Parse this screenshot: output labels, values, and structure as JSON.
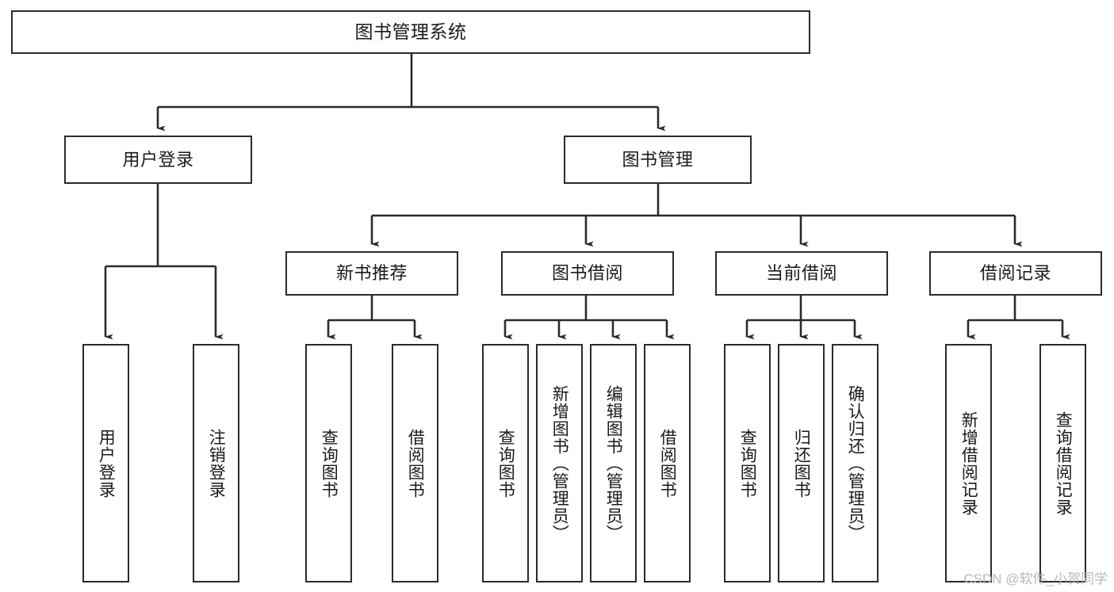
{
  "diagram": {
    "title": "图书管理系统",
    "type": "tree",
    "watermark": "CSDN @软件_小贺同学",
    "line_color": "#2b2b2b",
    "box_fill": "#ffffff",
    "text_color": "#1a1a1a",
    "watermark_color": "#b9b9b9"
  },
  "nodes": {
    "root": {
      "label": "图书管理系统",
      "level": 1,
      "orientation": "horizontal"
    },
    "l2": [
      {
        "id": "user-login",
        "label": "用户登录",
        "level": 2,
        "orientation": "horizontal"
      },
      {
        "id": "book-manage",
        "label": "图书管理",
        "level": 2,
        "orientation": "horizontal"
      }
    ],
    "l3": [
      {
        "id": "new-book-recommend",
        "label": "新书推荐",
        "level": 3,
        "orientation": "horizontal"
      },
      {
        "id": "book-borrow",
        "label": "图书借阅",
        "level": 3,
        "orientation": "horizontal"
      },
      {
        "id": "current-borrow",
        "label": "当前借阅",
        "level": 3,
        "orientation": "horizontal"
      },
      {
        "id": "borrow-record",
        "label": "借阅记录",
        "level": 3,
        "orientation": "horizontal"
      }
    ],
    "l4": [
      {
        "id": "leaf-user-login",
        "label": "用户登录",
        "parent": "user-login",
        "level": 4,
        "orientation": "vertical"
      },
      {
        "id": "leaf-logout",
        "label": "注销登录",
        "parent": "user-login",
        "level": 4,
        "orientation": "vertical"
      },
      {
        "id": "leaf-query-book-1",
        "label": "查询图书",
        "parent": "new-book-recommend",
        "level": 4,
        "orientation": "vertical"
      },
      {
        "id": "leaf-borrow-book-1",
        "label": "借阅图书",
        "parent": "new-book-recommend",
        "level": 4,
        "orientation": "vertical"
      },
      {
        "id": "leaf-query-book-2",
        "label": "查询图书",
        "parent": "book-borrow",
        "level": 4,
        "orientation": "vertical"
      },
      {
        "id": "leaf-add-book",
        "label": "新增图书（管理员）",
        "parent": "book-borrow",
        "level": 4,
        "orientation": "vertical"
      },
      {
        "id": "leaf-edit-book",
        "label": "编辑图书（管理员）",
        "parent": "book-borrow",
        "level": 4,
        "orientation": "vertical"
      },
      {
        "id": "leaf-borrow-book-2",
        "label": "借阅图书",
        "parent": "book-borrow",
        "level": 4,
        "orientation": "vertical"
      },
      {
        "id": "leaf-query-book-3",
        "label": "查询图书",
        "parent": "current-borrow",
        "level": 4,
        "orientation": "vertical"
      },
      {
        "id": "leaf-return-book",
        "label": "归还图书",
        "parent": "current-borrow",
        "level": 4,
        "orientation": "vertical"
      },
      {
        "id": "leaf-confirm-return",
        "label": "确认归还（管理员）",
        "parent": "current-borrow",
        "level": 4,
        "orientation": "vertical"
      },
      {
        "id": "leaf-add-record",
        "label": "新增借阅记录",
        "parent": "borrow-record",
        "level": 4,
        "orientation": "vertical"
      },
      {
        "id": "leaf-query-record",
        "label": "查询借阅记录",
        "parent": "borrow-record",
        "level": 4,
        "orientation": "vertical"
      }
    ]
  }
}
